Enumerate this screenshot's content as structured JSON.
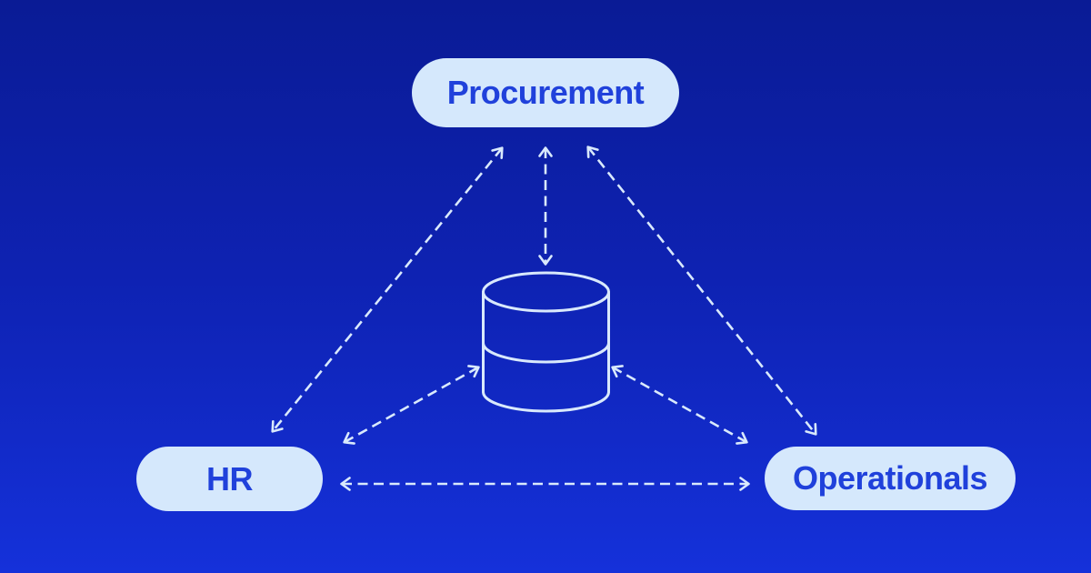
{
  "diagram": {
    "nodes": [
      {
        "id": "procurement",
        "label": "Procurement"
      },
      {
        "id": "hr",
        "label": "HR"
      },
      {
        "id": "operationals",
        "label": "Operationals"
      },
      {
        "id": "central-database",
        "label": "",
        "icon": "database-cylinder-icon"
      }
    ],
    "edges": [
      {
        "from": "procurement",
        "to": "central-database",
        "style": "dashed",
        "arrows": "both"
      },
      {
        "from": "procurement",
        "to": "hr",
        "style": "dashed",
        "arrows": "both"
      },
      {
        "from": "procurement",
        "to": "operationals",
        "style": "dashed",
        "arrows": "both"
      },
      {
        "from": "hr",
        "to": "central-database",
        "style": "dashed",
        "arrows": "both"
      },
      {
        "from": "operationals",
        "to": "central-database",
        "style": "dashed",
        "arrows": "both"
      },
      {
        "from": "hr",
        "to": "operationals",
        "style": "dashed",
        "arrows": "both"
      }
    ],
    "colors": {
      "background_top": "#0a1b95",
      "background_bottom": "#1531da",
      "node_background": "#d5e8fc",
      "node_text": "#2041db",
      "connector": "#d9e9fc"
    }
  }
}
